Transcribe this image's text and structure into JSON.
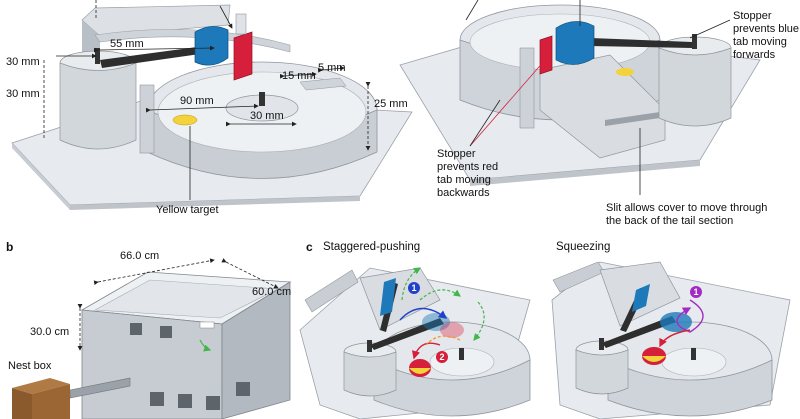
{
  "panel_a": {
    "dims": {
      "d55": "55 mm",
      "d30_top": "30 mm",
      "d30_left": "30 mm",
      "d15": "15 mm",
      "d5": "5 mm",
      "d90": "90 mm",
      "d30_center": "30 mm",
      "d25": "25 mm"
    },
    "yellow_target": "Yellow target"
  },
  "panel_a_right": {
    "stopper_blue": "Stopper prevents blue tab moving forwards",
    "stopper_red": "Stopper prevents red tab moving backwards",
    "slit": "Slit allows cover to move through the back of the tail section"
  },
  "panel_b": {
    "letter": "b",
    "w": "66.0 cm",
    "d": "60.0 cm",
    "h": "30.0 cm",
    "nest_box": "Nest box"
  },
  "panel_c": {
    "letter": "c",
    "title_left": "Staggered-pushing",
    "title_right": "Squeezing",
    "step1": "1",
    "step2": "2",
    "step1_right": "1"
  },
  "colors": {
    "blue_tab": "#1d79b9",
    "red_tab": "#d61f3b",
    "yellow": "#f3d23a",
    "wall": "#dfe3e8",
    "wall_dark": "#aeb5bd",
    "base": "#e9ecef"
  }
}
